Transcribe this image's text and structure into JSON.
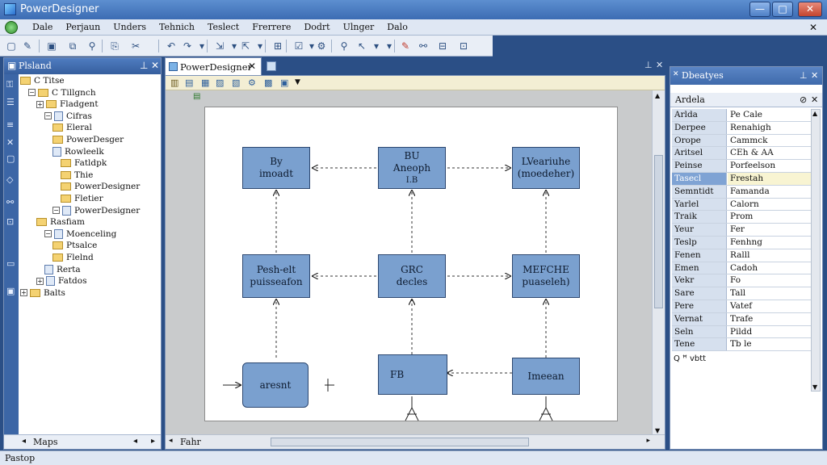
{
  "window": {
    "title": "PowerDesigner"
  },
  "menu": {
    "items": [
      "Dale",
      "Perjaun",
      "Unders",
      "Tehnich",
      "Teslect",
      "Frerrere",
      "Dodrt",
      "Ulnger",
      "Dalo"
    ]
  },
  "browser": {
    "title": "Plsland",
    "tree": [
      {
        "label": "C Titse",
        "indent": 0,
        "icon": "folder",
        "expander": ""
      },
      {
        "label": "C Tillgnch",
        "indent": 1,
        "icon": "folder",
        "expander": "−"
      },
      {
        "label": "Fladgent",
        "indent": 2,
        "icon": "folder",
        "expander": "+"
      },
      {
        "label": "Cifras",
        "indent": 3,
        "icon": "doc",
        "expander": "−"
      },
      {
        "label": "Eleral",
        "indent": 4,
        "icon": "folder",
        "expander": ""
      },
      {
        "label": "PowerDesger",
        "indent": 4,
        "icon": "folder",
        "expander": ""
      },
      {
        "label": "Rowleelk",
        "indent": 4,
        "icon": "doc",
        "expander": ""
      },
      {
        "label": "Fatldpk",
        "indent": 5,
        "icon": "folder",
        "expander": ""
      },
      {
        "label": "Thie",
        "indent": 5,
        "icon": "folder",
        "expander": ""
      },
      {
        "label": "PowerDesigner",
        "indent": 5,
        "icon": "folder",
        "expander": ""
      },
      {
        "label": "Fletier",
        "indent": 5,
        "icon": "folder",
        "expander": ""
      },
      {
        "label": "PowerDesigner",
        "indent": 4,
        "icon": "doc",
        "expander": "−"
      },
      {
        "label": "Rasfiam",
        "indent": 2,
        "icon": "folder",
        "expander": ""
      },
      {
        "label": "Moenceling",
        "indent": 3,
        "icon": "doc",
        "expander": "−"
      },
      {
        "label": "Ptsalce",
        "indent": 4,
        "icon": "folder",
        "expander": ""
      },
      {
        "label": "Flelnd",
        "indent": 4,
        "icon": "folder",
        "expander": ""
      },
      {
        "label": "Rerta",
        "indent": 3,
        "icon": "doc",
        "expander": ""
      },
      {
        "label": "Fatdos",
        "indent": 2,
        "icon": "doc",
        "expander": "+"
      },
      {
        "label": "Balts",
        "indent": 0,
        "icon": "folder",
        "expander": "+"
      }
    ],
    "footer": "Maps"
  },
  "document": {
    "tab_label": "PowerDesigner",
    "footer_label": "Fahr",
    "nodes": {
      "n1": [
        "By",
        "imoadt"
      ],
      "n2": [
        "BU",
        "Aneoph"
      ],
      "n2b": "I.B",
      "n3": [
        "LVeariuhe",
        "(moedeher)"
      ],
      "n4": [
        "Pesh-elt",
        "puisseafon"
      ],
      "n5": [
        "GRC",
        "decles"
      ],
      "n6": [
        "MEFCHE",
        "puaseleh)"
      ],
      "n7": [
        "aresnt"
      ],
      "n8": "FB",
      "n9": [
        "Imeean"
      ]
    }
  },
  "properties": {
    "title": "Dbeatyes",
    "subtitle": "Ardela",
    "rows": [
      [
        "Arlda",
        "Pe Cale"
      ],
      [
        "Derpee",
        "Renahigh"
      ],
      [
        "Orope",
        "Cammck"
      ],
      [
        "Aritsel",
        "CEh & AA"
      ],
      [
        "Peinse",
        "Porfeelson"
      ],
      [
        "Tasecl",
        "Frestah"
      ],
      [
        "Semntidt",
        "Famanda"
      ],
      [
        "Yarlel",
        "Calorn"
      ],
      [
        "Traik",
        "Prom"
      ],
      [
        "Yeur",
        "Fer"
      ],
      [
        "Teslp",
        "Fenhng"
      ],
      [
        "Fenen",
        "Ralll"
      ],
      [
        "Emen",
        "Cadoh"
      ],
      [
        "Vekr",
        "Fo"
      ],
      [
        "Sare",
        "Tall"
      ],
      [
        "Pere",
        "Vatef"
      ],
      [
        "Vernat",
        "Trafe"
      ],
      [
        "Seln",
        "Pildd"
      ],
      [
        "Tene",
        "Tb le"
      ]
    ],
    "selected_index": 5,
    "footer": "Q  ꟸ vbtt"
  },
  "status": {
    "text": "Pastop"
  }
}
